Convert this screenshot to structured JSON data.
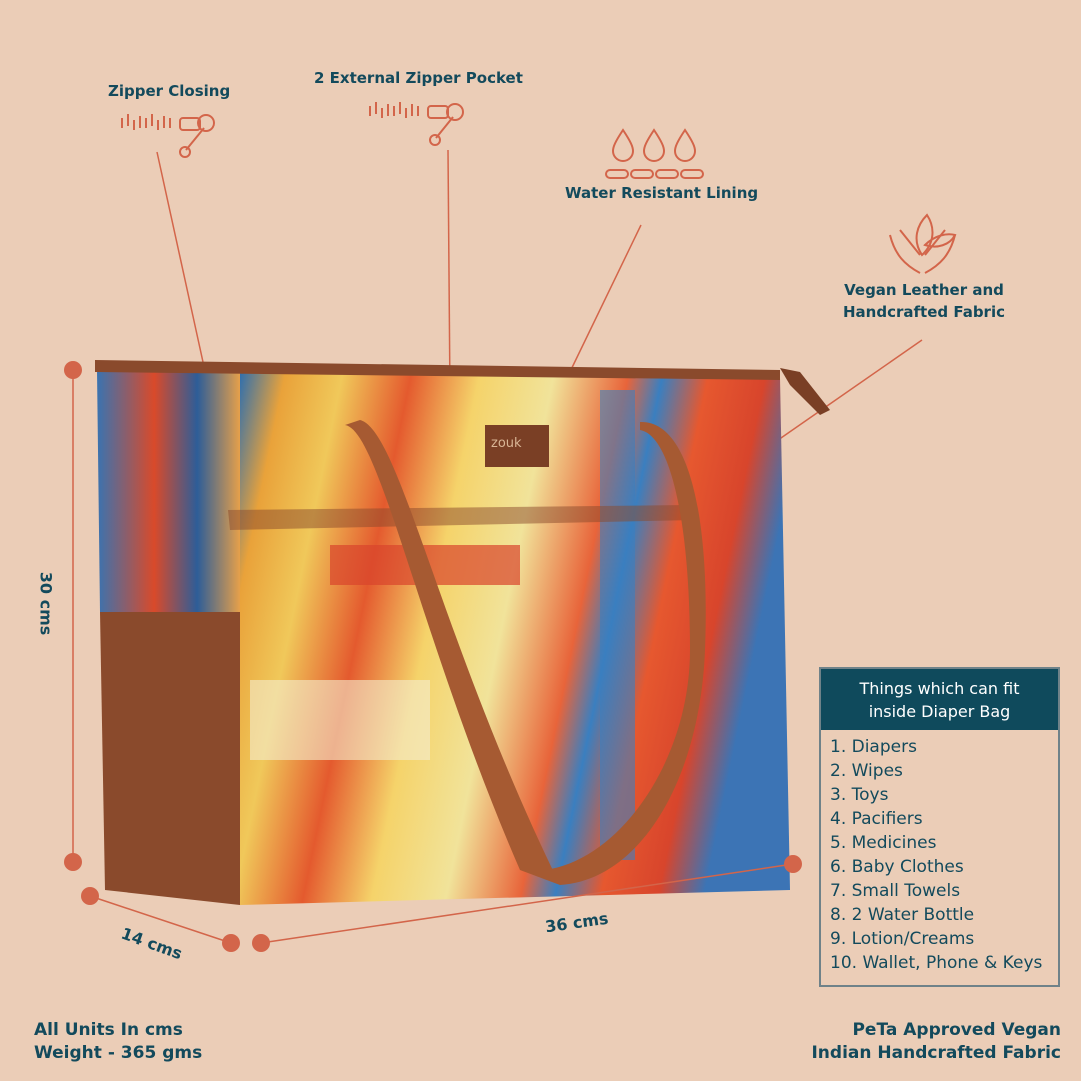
{
  "features": {
    "zipper_closing": "Zipper Closing",
    "external_pocket": "2 External Zipper Pocket",
    "water_resistant": "Water Resistant Lining",
    "vegan_line1": "Vegan Leather and",
    "vegan_line2": "Handcrafted Fabric"
  },
  "dimensions": {
    "height": "30 cms",
    "depth": "14 cms",
    "width": "36 cms"
  },
  "brand_tag": "zouk",
  "fit_box": {
    "title_line1": "Things which can fit",
    "title_line2": "inside Diaper Bag",
    "items": [
      "1. Diapers",
      "2. Wipes",
      "3. Toys",
      "4. Pacifiers",
      "5. Medicines",
      "6. Baby Clothes",
      "7. Small Towels",
      "8. 2 Water Bottle",
      "9. Lotion/Creams",
      "10. Wallet, Phone & Keys"
    ]
  },
  "footer": {
    "units": "All Units In cms",
    "weight": "Weight - 365 gms",
    "peta": "PeTa Approved Vegan",
    "indian": "Indian Handcrafted Fabric"
  },
  "colors": {
    "background": "#ebcdb7",
    "accent": "#d3654a",
    "text": "#134a5c",
    "leather": "#8a4a2c"
  }
}
